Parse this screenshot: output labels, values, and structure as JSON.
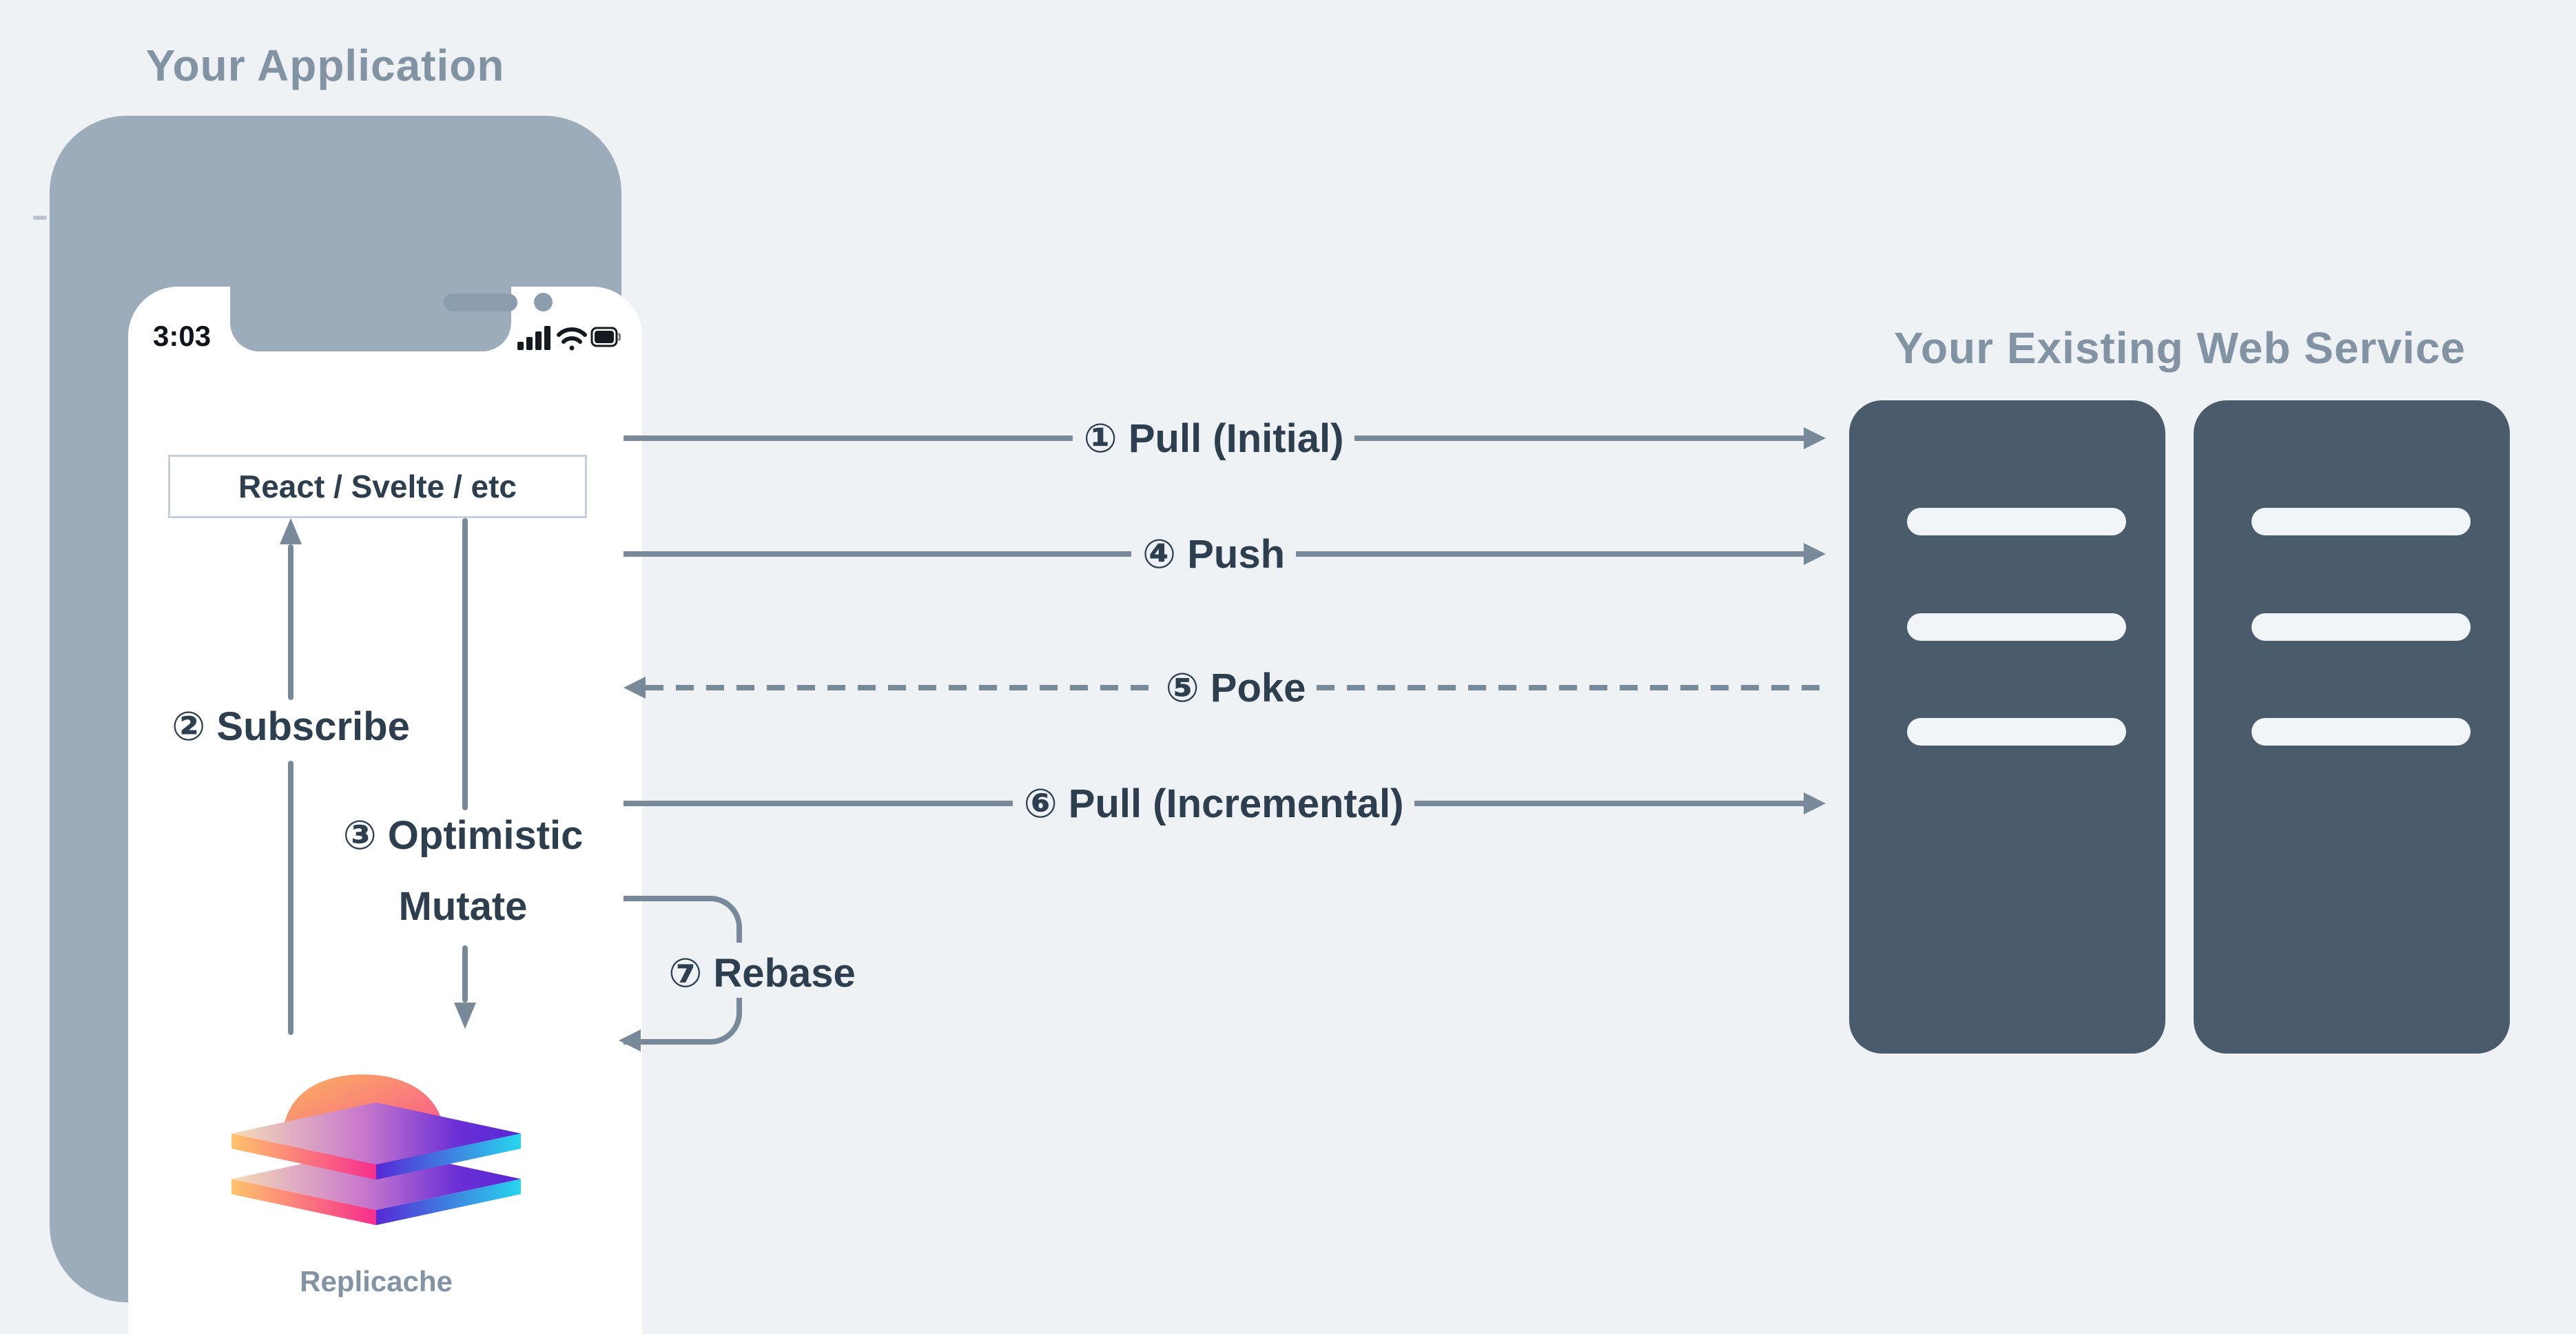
{
  "colors": {
    "background": "#EEF2F5",
    "phone_frame": "#9DACBA",
    "screen": "#FFFFFF",
    "hardware": "#8C9DAD",
    "arrow": "#78899A",
    "dark_text": "#2D3E4F",
    "muted_title": "#8294A4",
    "server_fill": "#4A5B6B",
    "server_slot": "#F2F5F8",
    "box_border": "#C5D0DA",
    "logo": {
      "orange": "#F9B45F",
      "pink": "#FA4E92",
      "magenta": "#E8308A",
      "cream": "#F6DDB6",
      "lilac": "#C879CC",
      "violet": "#6B2FD6",
      "purple": "#5629D6",
      "cyan": "#27D6EC",
      "edge_orange": "#FFC36B",
      "edge_pink": "#F62E8E"
    }
  },
  "left_panel": {
    "title": "Your Application",
    "phone": {
      "clock": "3:03",
      "status_icons": [
        "signal",
        "wifi",
        "battery"
      ]
    },
    "framework_box": {
      "label": "React / Svelte / etc"
    },
    "vertical_flows": [
      {
        "label": "② Subscribe"
      },
      {
        "label_line1": "③ Optimistic",
        "label_line2": "Mutate"
      }
    ],
    "logo_caption": "Replicache"
  },
  "right_panel": {
    "title": "Your Existing Web Service",
    "servers": {
      "count": 2,
      "slots_per_server": 3
    }
  },
  "flows": [
    {
      "label": "① Pull (Initial)",
      "style": "solid",
      "direction": "client-to-server"
    },
    {
      "label": "④ Push",
      "style": "solid",
      "direction": "client-to-server"
    },
    {
      "label": "⑤ Poke",
      "style": "dashed",
      "direction": "server-to-client"
    },
    {
      "label": "⑥ Pull (Incremental)",
      "style": "solid",
      "direction": "client-to-server"
    },
    {
      "label": "⑦ Rebase",
      "style": "loop",
      "direction": "client-internal"
    }
  ]
}
